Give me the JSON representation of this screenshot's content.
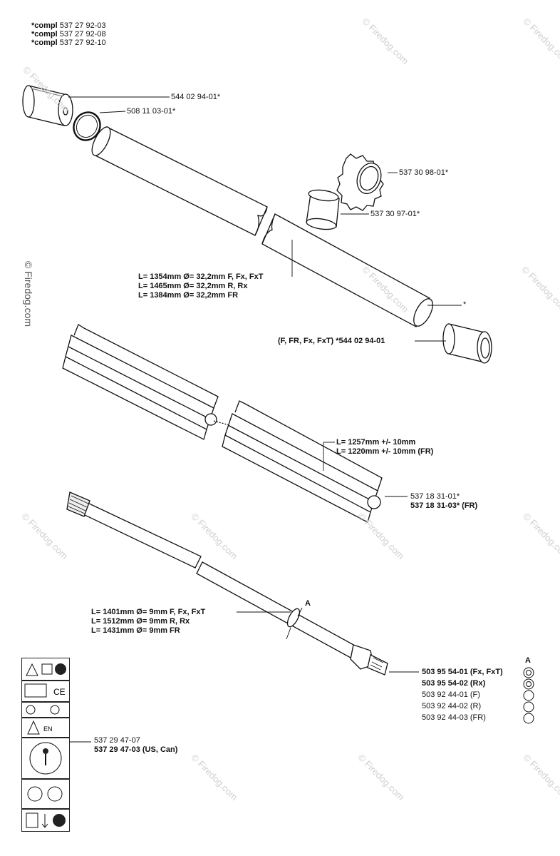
{
  "header": {
    "compl_word": "*compl",
    "compl_numbers": [
      "537 27 92-03",
      "537 27 92-08",
      "537 27 92-10"
    ]
  },
  "callouts": {
    "end_cap": "544 02 94-01*",
    "o_ring": "508 11 03-01*",
    "nut": "537 30 98-01*",
    "sleeve": "537 30 97-01*",
    "tube_star": "*",
    "end_cap_bottom": "(F, FR, Fx, FxT) *544 02 94-01",
    "tube_len": [
      "L= 1354mm Ø= 32,2mm F, Fx, FxT",
      "L= 1465mm Ø= 32,2mm R, Rx",
      "L= 1384mm Ø= 32,2mm FR"
    ],
    "liner_len": [
      "L= 1257mm +/- 10mm",
      "L= 1220mm +/- 10mm (FR)"
    ],
    "liner_parts": [
      "537 18 31-01*",
      "537 18 31-03* (FR)"
    ],
    "shaft_len": [
      "L= 1401mm Ø= 9mm F, Fx, FxT",
      "L= 1512mm Ø= 9mm R, Rx",
      "L= 1431mm Ø= 9mm FR"
    ],
    "shaft_marker": "A",
    "shaft_parts": [
      "503 95 54-01 (Fx, FxT)",
      "503 95 54-02 (Rx)",
      "503 92 44-01 (F)",
      "503 92 44-02 (R)",
      "503 92 44-03 (FR)"
    ],
    "column_header": "A",
    "decal_parts": [
      "537 29 47-07",
      "537 29 47-03 (US, Can)"
    ]
  },
  "decal_text": {
    "en": "EN",
    "ce": "CE"
  },
  "watermark": "© Firedog.com"
}
